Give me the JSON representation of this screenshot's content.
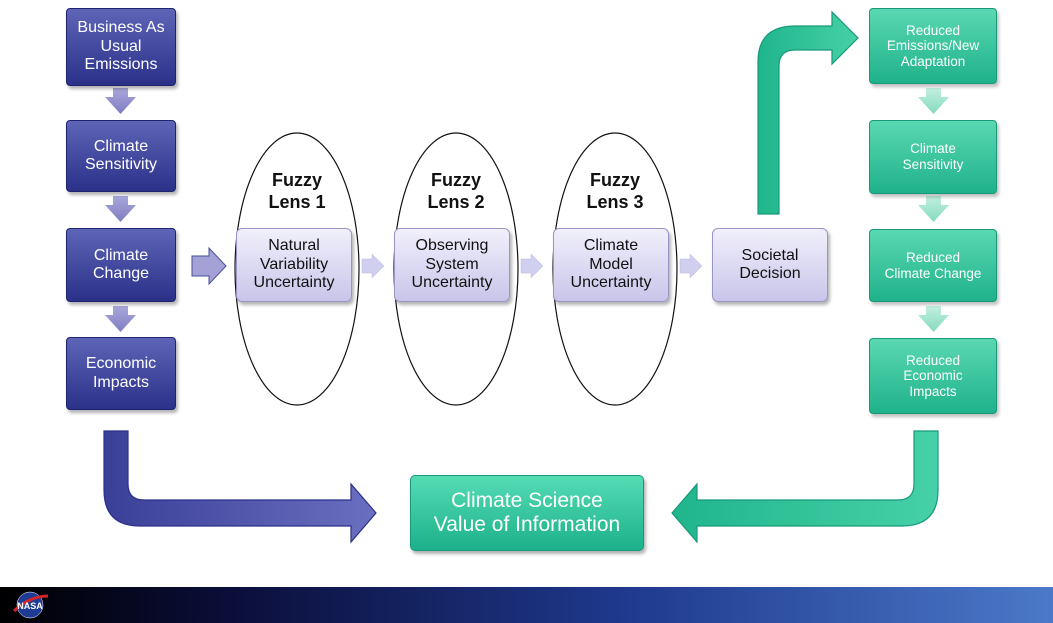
{
  "left_chain": [
    {
      "label": "Business As\nUsual\nEmissions"
    },
    {
      "label": "Climate\nSensitivity"
    },
    {
      "label": "Climate\nChange"
    },
    {
      "label": "Economic\nImpacts"
    }
  ],
  "lenses": [
    {
      "title": "Fuzzy\nLens 1",
      "box": "Natural\nVariability\nUncertainty"
    },
    {
      "title": "Fuzzy\nLens 2",
      "box": "Observing\nSystem\nUncertainty"
    },
    {
      "title": "Fuzzy\nLens 3",
      "box": "Climate\nModel\nUncertainty"
    }
  ],
  "decision": {
    "label": "Societal\nDecision"
  },
  "right_chain": [
    {
      "label": "Reduced\nEmissions/New\nAdaptation"
    },
    {
      "label": "Climate\nSensitivity"
    },
    {
      "label": "Reduced\nClimate Change"
    },
    {
      "label": "Reduced\nEconomic\nImpacts"
    }
  ],
  "value_of_information": {
    "label": "Climate Science\nValue of Information"
  },
  "footer": {
    "logo_text": "NASA"
  },
  "colors": {
    "blue_box": "#2f358c",
    "green_box": "#22b58d",
    "lavender_box": "#dcd9f2",
    "blue_arrow": "#5459ab",
    "green_arrow": "#2fc49a",
    "small_arrow": "#c8c6ea"
  }
}
